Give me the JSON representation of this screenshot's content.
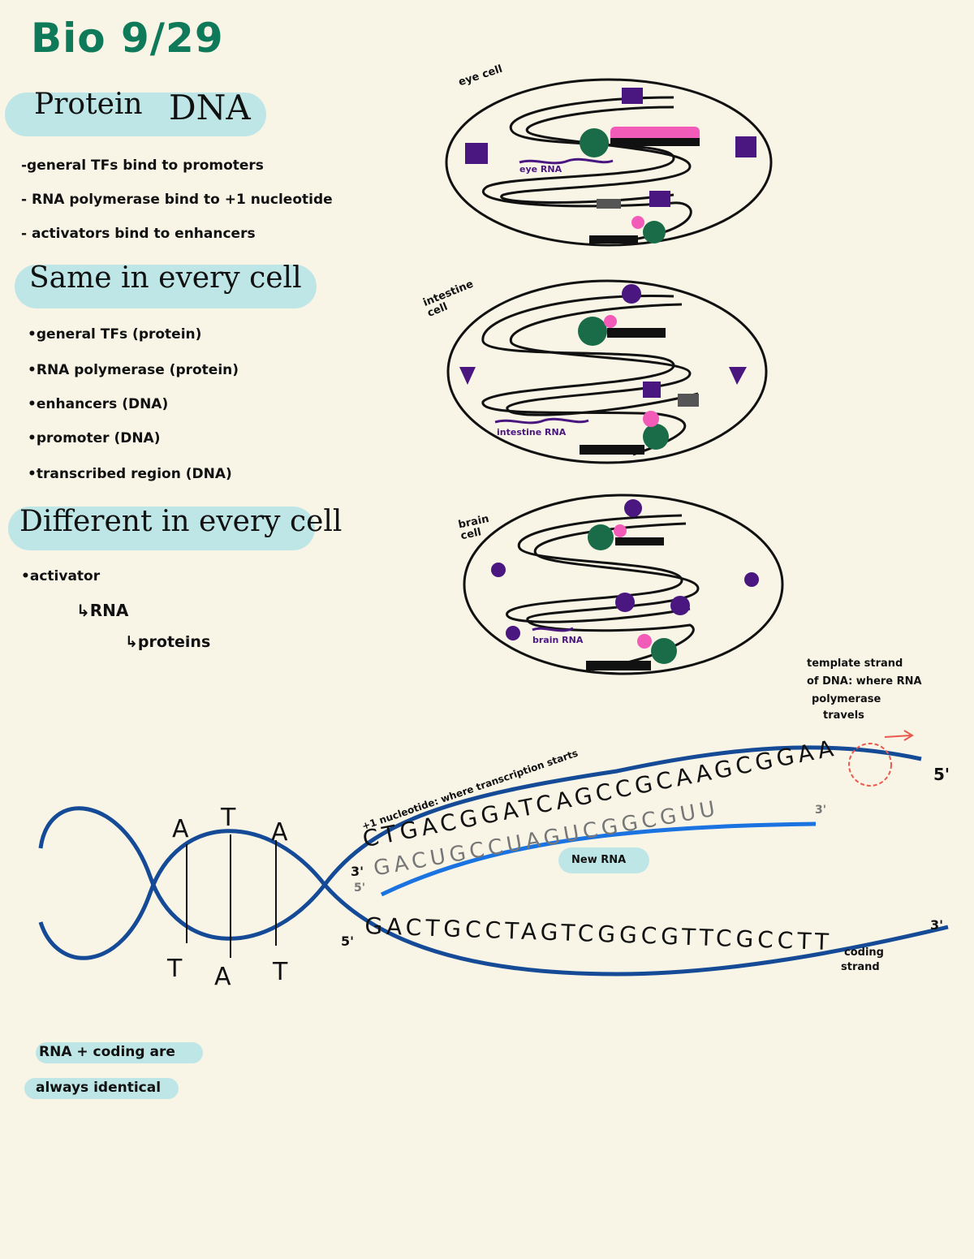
{
  "page": {
    "title": "Bio 9/29"
  },
  "headings": {
    "protein_dna_left": "Protein",
    "protein_dna_right": "DNA",
    "same": "Same in every cell",
    "different": "Different in every cell"
  },
  "protein_dna_notes": [
    "-general TFs bind to promoters",
    "- RNA polymerase bind to +1 nucleotide",
    "- activators bind to enhancers"
  ],
  "same_list": [
    "•general TFs (protein)",
    "•RNA polymerase (protein)",
    "•enhancers (DNA)",
    "•promoter (DNA)",
    "•transcribed region (DNA)"
  ],
  "different_list": {
    "item": "•activator",
    "sub1": "↳RNA",
    "sub2": "↳proteins"
  },
  "cells": {
    "eye": "eye cell",
    "intestine": "intestine cell",
    "brain": "brain cell",
    "eye_rna": "eye RNA",
    "intestine_rna": "intestine RNA",
    "brain_rna": "brain RNA"
  },
  "dna": {
    "top_pairs": [
      "A",
      "T",
      "A"
    ],
    "bottom_pairs": [
      "T",
      "A",
      "T"
    ],
    "template_seq": "CTGACGGATCAGCCGCAAGCGGAA",
    "rna_seq": "GACUGCCUAGUCGGCGUU",
    "coding_seq": "GACTGCCTAGTCGGCGTTCGCCTT",
    "label_3_template": "3'",
    "label_5_template": "5'",
    "label_5_rna": "5'",
    "label_3_rna": "3'",
    "label_5_coding": "5'",
    "label_3_coding": "3'",
    "plus_one_note": "+1 nucleotide: where transcription starts",
    "new_rna": "New RNA",
    "template_note_1": "template strand",
    "template_note_2": "of DNA: where RNA",
    "template_note_3": "polymerase",
    "template_note_4": "travels",
    "coding_label_1": "coding",
    "coding_label_2": "strand"
  },
  "summary": {
    "line1": "RNA + coding are",
    "line2": "always identical"
  },
  "colors": {
    "title": "#0f7a5a",
    "highlight": "#bfe6e6",
    "dna_blue": "#154a96",
    "rna_blue": "#1a73e0",
    "purple": "#4a1680",
    "green": "#1a6b48",
    "pink": "#f25cb8",
    "red_circle": "#e85a4f"
  }
}
